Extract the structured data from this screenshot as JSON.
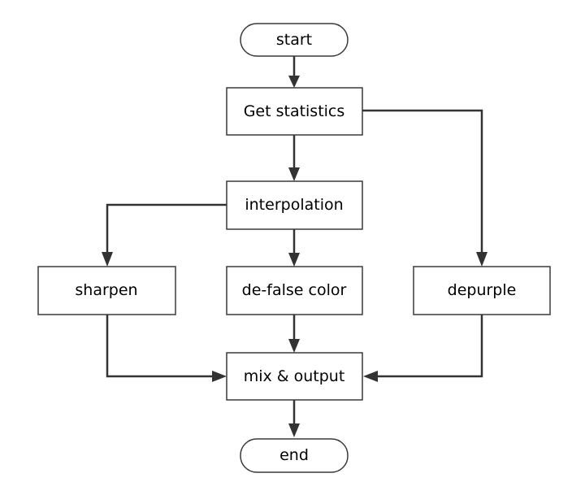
{
  "flowchart": {
    "nodes": {
      "start": {
        "label": "start",
        "shape": "terminator"
      },
      "get_statistics": {
        "label": "Get statistics",
        "shape": "process"
      },
      "interpolation": {
        "label": "interpolation",
        "shape": "process"
      },
      "sharpen": {
        "label": "sharpen",
        "shape": "process"
      },
      "de_false_color": {
        "label": "de-false color",
        "shape": "process"
      },
      "depurple": {
        "label": "depurple",
        "shape": "process"
      },
      "mix_output": {
        "label": "mix & output",
        "shape": "process"
      },
      "end": {
        "label": "end",
        "shape": "terminator"
      }
    },
    "edges": [
      {
        "from": "start",
        "to": "get_statistics"
      },
      {
        "from": "get_statistics",
        "to": "interpolation"
      },
      {
        "from": "get_statistics",
        "to": "depurple"
      },
      {
        "from": "interpolation",
        "to": "sharpen"
      },
      {
        "from": "interpolation",
        "to": "de_false_color"
      },
      {
        "from": "sharpen",
        "to": "mix_output"
      },
      {
        "from": "de_false_color",
        "to": "mix_output"
      },
      {
        "from": "depurple",
        "to": "mix_output"
      },
      {
        "from": "mix_output",
        "to": "end"
      }
    ],
    "colors": {
      "node_fill": "#ffffff",
      "node_border": "#3a3a3a",
      "arrow": "#333333",
      "text": "#000000"
    }
  }
}
